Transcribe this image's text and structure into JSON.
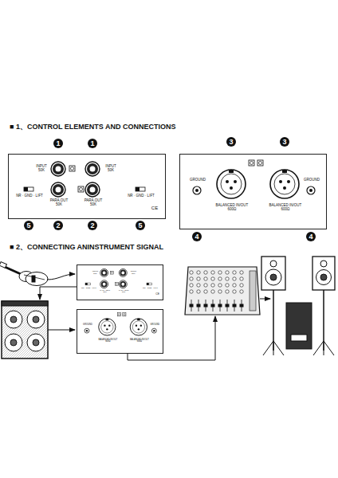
{
  "diagram": {
    "nodes": [
      {
        "text": [
          "INPUT 50K",
          "INPUT 50K",
          "PARA.OUT 50K",
          "PARA.OUT 50K",
          "NR · GND · LIFT",
          "NR · GND · LIFT",
          "CE"
        ]
      },
      {
        "text": [
          "GROUND",
          "BALANCED IN/OUT 600Ω",
          "BALANCED IN/OUT 600Ω",
          "GROUND"
        ]
      },
      {
        "text": [
          "INPUT 50K",
          "INPUT 50K",
          "PARA.OUT 50K",
          "PARA.OUT 50K",
          "NR · GND · LIFT",
          "NR · GND · LIFT",
          "CE"
        ]
      },
      {
        "text": [
          "GROUND",
          "BALANCED IN/OUT 600Ω",
          "BALANCED IN/OUT 600Ω",
          "GROUND"
        ]
      }
    ],
    "labels": [
      "■ 1、CONTROL ELEMENTS AND CONNECTIONS",
      "■ 2、CONNECTING ANINSTRUMENT SIGNAL",
      "1",
      "1",
      "2",
      "2",
      "5",
      "5",
      "3",
      "3",
      "4",
      "4"
    ]
  }
}
